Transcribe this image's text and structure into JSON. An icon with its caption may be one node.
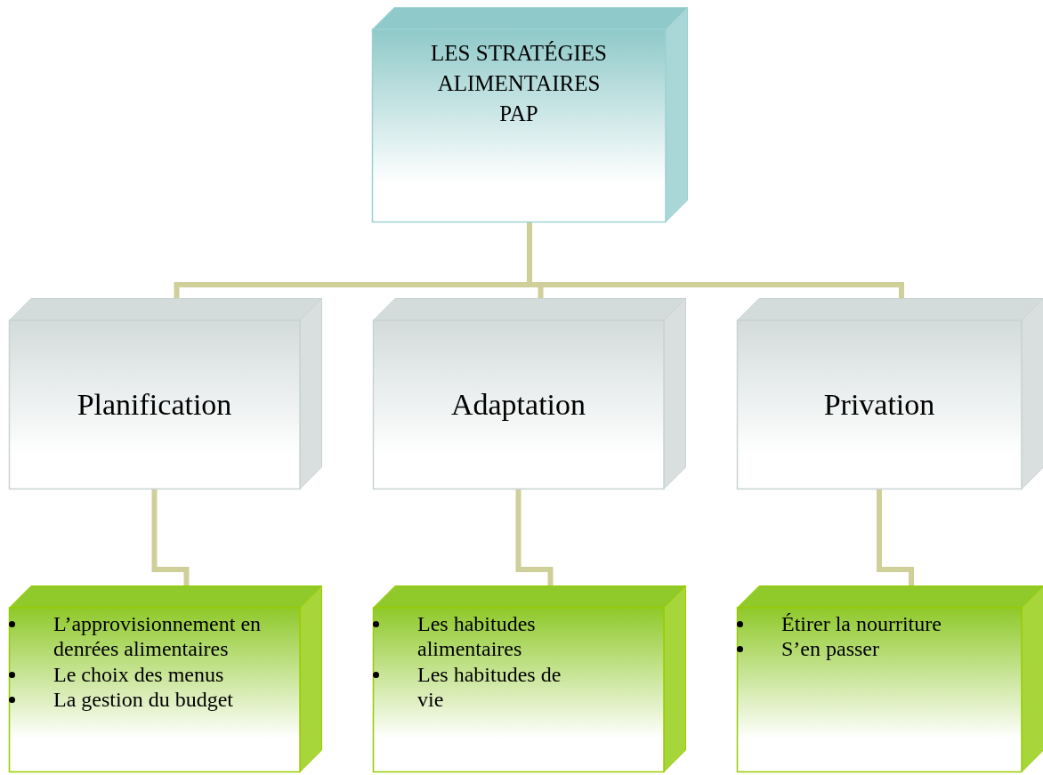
{
  "diagram": {
    "nodes": [
      {
        "text": [
          "LES STRATÉGIES ALIMENTAIRES PAP"
        ]
      },
      {
        "text": [
          "Planification"
        ]
      },
      {
        "text": [
          "Adaptation"
        ]
      },
      {
        "text": [
          "Privation"
        ]
      },
      {
        "text": [
          "L’approvisionnement en denrées alimentaires",
          "Le choix des menus",
          "La gestion du budget"
        ]
      },
      {
        "text": [
          "Les habitudes alimentaires",
          "Les habitudes de vie"
        ]
      },
      {
        "text": [
          "Étirer la nourriture",
          "S’en passer"
        ]
      }
    ],
    "edges": [
      {
        "from": 0,
        "to": 1,
        "arrow": "none"
      },
      {
        "from": 0,
        "to": 2,
        "arrow": "none"
      },
      {
        "from": 0,
        "to": 3,
        "arrow": "none"
      },
      {
        "from": 1,
        "to": 4,
        "arrow": "none"
      },
      {
        "from": 2,
        "to": 5,
        "arrow": "none"
      },
      {
        "from": 3,
        "to": 6,
        "arrow": "none"
      }
    ]
  }
}
